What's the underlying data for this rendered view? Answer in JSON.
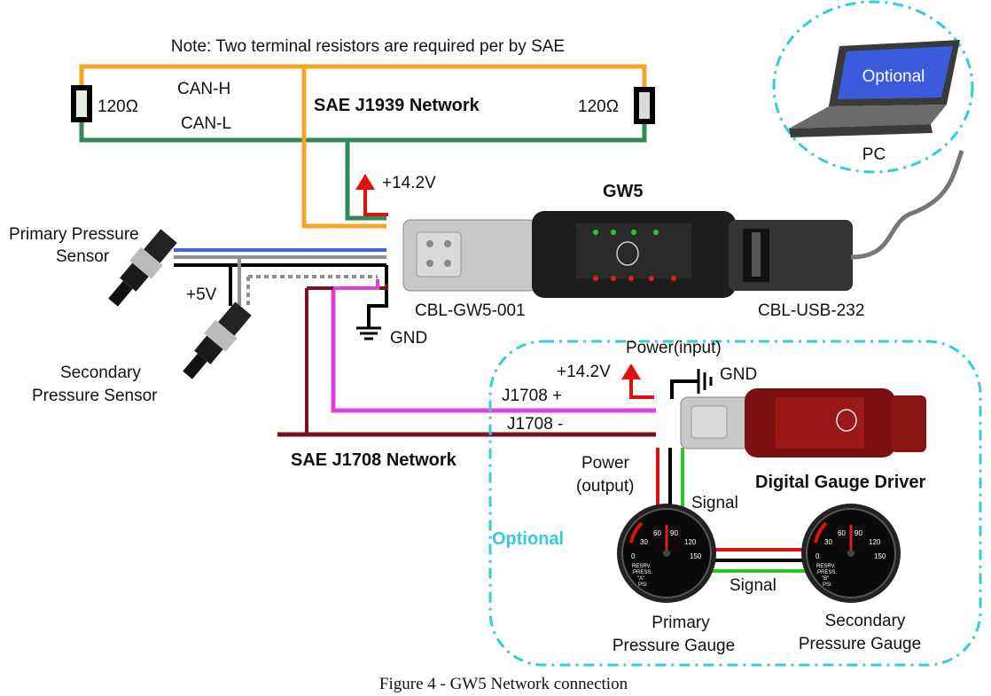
{
  "note": "Note: Two terminal resistors are required per by SAE",
  "can_h": "CAN-H",
  "can_l": "CAN-L",
  "j1939_network": "SAE J1939 Network",
  "resistor_left": "120Ω",
  "resistor_right": "120Ω",
  "v142_top": "+14.2V",
  "gw5_title": "GW5",
  "cbl_gw5": "CBL-GW5-001",
  "cbl_usb": "CBL-USB-232",
  "pc_label": "PC",
  "pc_screen": "Optional",
  "primary_sensor": [
    "Primary Pressure",
    "Sensor"
  ],
  "secondary_sensor": [
    "Secondary",
    "Pressure Sensor"
  ],
  "v5": "+5V",
  "gnd_left": "GND",
  "power_input": "Power(input)",
  "v142_bottom": "+14.2V",
  "gnd_right": "GND",
  "j1708_plus": "J1708 +",
  "j1708_minus": "J1708 -",
  "j1708_network": "SAE J1708 Network",
  "power_output": [
    "Power",
    "(output)"
  ],
  "signal_1": "Signal",
  "signal_2": "Signal",
  "digital_gauge_driver": "Digital Gauge Driver",
  "optional_label": "Optional",
  "primary_gauge": [
    "Primary",
    "Pressure Gauge"
  ],
  "secondary_gauge": [
    "Secondary",
    "Pressure Gauge"
  ],
  "gauge_scale": [
    "0",
    "30",
    "60",
    "90",
    "120",
    "150"
  ],
  "gauge_text_a": [
    "RESRV.",
    "PRESS.",
    "\"A\"",
    "PSI"
  ],
  "gauge_text_b": [
    "RESRV.",
    "PRESS.",
    "\"B\"",
    "PSI"
  ],
  "caption": "Figure 4 - GW5 Network connection",
  "colors": {
    "can_h": "#f5a623",
    "can_l": "#2e8b57",
    "j1708_plus": "#e040e0",
    "j1708_minus": "#7a1020",
    "optional": "#33ccdd",
    "power": "#e01010",
    "signal": "#22cc22",
    "sensor_signal": "#4466dd"
  }
}
